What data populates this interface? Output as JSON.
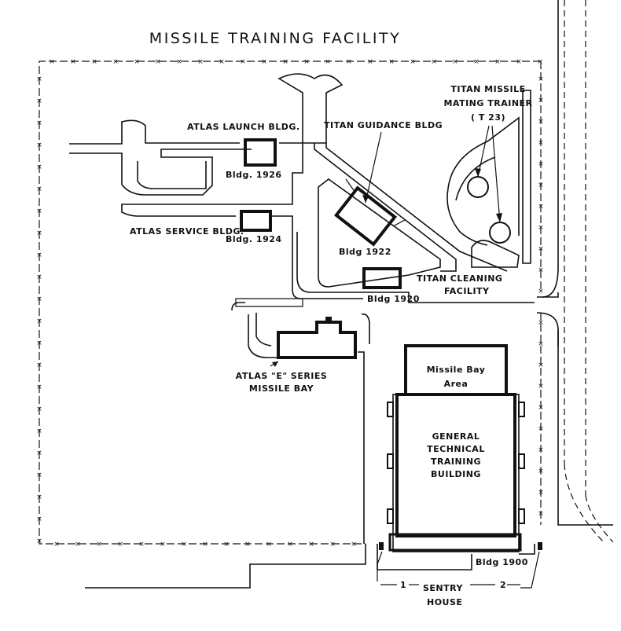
{
  "title": "MISSILE TRAINING FACILITY",
  "labels": {
    "atlas_launch": "ATLAS LAUNCH BLDG.",
    "bldg_1926": "Bldg. 1926",
    "titan_guidance": "TITAN GUIDANCE BLDG",
    "titan_mating_1": "TITAN MISSILE",
    "titan_mating_2": "MATING TRAINER",
    "titan_mating_3": "( T 23)",
    "atlas_service": "ATLAS SERVICE BLDG.",
    "bldg_1924": "Bldg. 1924",
    "bldg_1922": "Bldg 1922",
    "titan_cleaning_1": "TITAN CLEANING",
    "titan_cleaning_2": "FACILITY",
    "bldg_1920": "Bldg 1920",
    "atlas_e_1": "ATLAS \"E\" SERIES",
    "atlas_e_2": "MISSILE BAY",
    "missile_bay_1": "Missile Bay",
    "missile_bay_2": "Area",
    "gttb_1": "GENERAL",
    "gttb_2": "TECHNICAL",
    "gttb_3": "TRAINING",
    "gttb_4": "BUILDING",
    "bldg_1900": "Bldg 1900",
    "sentry_1": "SENTRY",
    "sentry_2": "HOUSE",
    "sentry_num_1": "1",
    "sentry_num_2": "2"
  }
}
